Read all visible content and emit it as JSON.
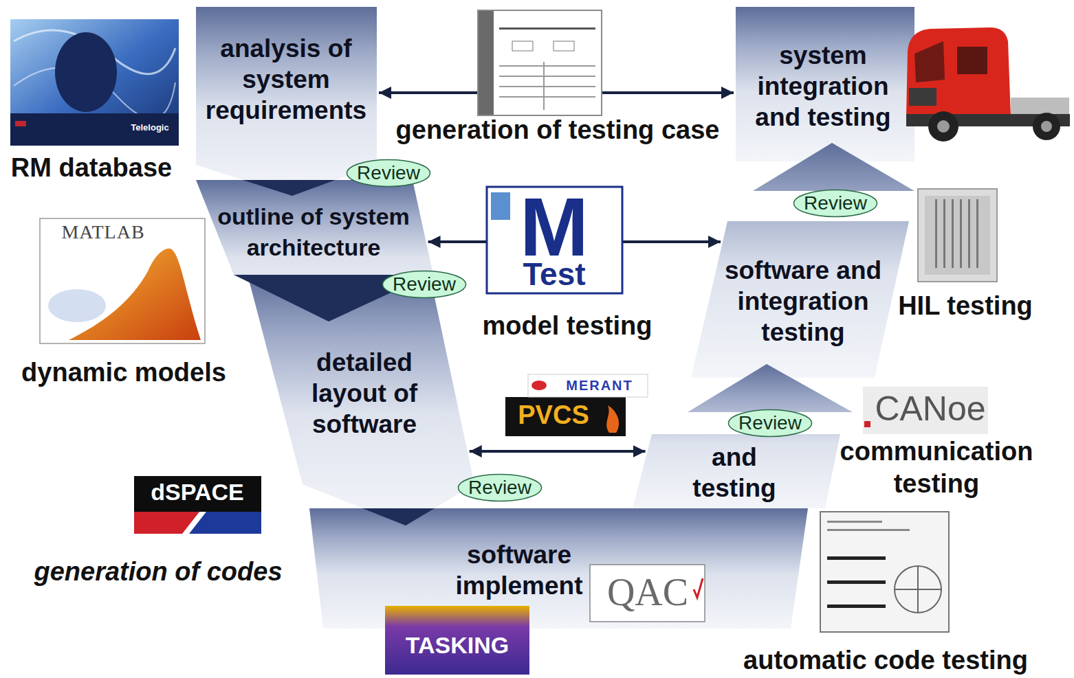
{
  "diagram": {
    "nodes": [
      {
        "text": [
          "analysis of system requirements"
        ]
      },
      {
        "text": [
          "Review"
        ]
      },
      {
        "text": [
          "system integration and testing"
        ]
      },
      {
        "text": [
          "outline of system architecture"
        ]
      },
      {
        "text": [
          "Review"
        ]
      },
      {
        "text": [
          "Review"
        ]
      },
      {
        "text": [
          "software and integration testing"
        ]
      },
      {
        "text": [
          "detailed layout of software"
        ]
      },
      {
        "text": [
          "Review"
        ]
      },
      {
        "text": [
          "and testing"
        ]
      },
      {
        "text": [
          "Review"
        ]
      },
      {
        "text": [
          "software implement"
        ]
      }
    ],
    "edges": [
      {
        "from": 0,
        "to": 2,
        "arrow": "both"
      },
      {
        "from": 3,
        "to": 6,
        "arrow": "both"
      },
      {
        "from": 7,
        "to": 9,
        "arrow": "both"
      }
    ],
    "labels": [
      "RM database",
      "Telelogic",
      "MATLAB",
      "dynamic models",
      "generation of codes",
      "dSPACE",
      "generation of testing case",
      "M",
      "Test",
      "model testing",
      "MERANT",
      "PVCS",
      "HIL testing",
      "CANoe",
      "communication testing",
      "QAC",
      "TASKING",
      "automatic code testing"
    ]
  }
}
